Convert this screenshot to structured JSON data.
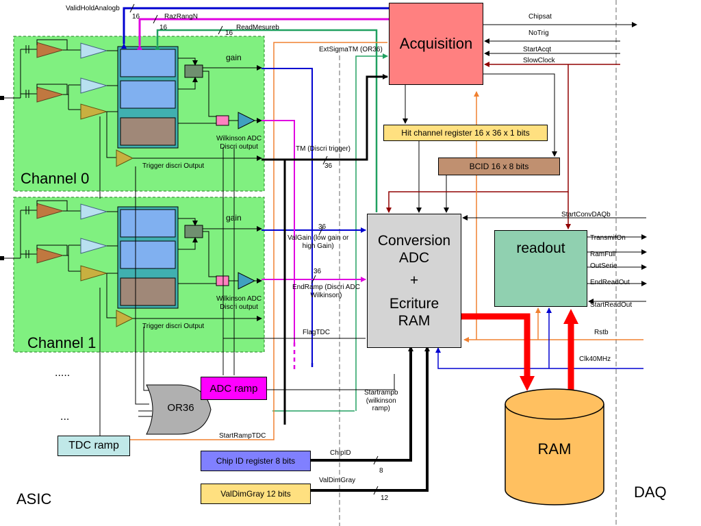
{
  "labels": {
    "asic": "ASIC",
    "daq": "DAQ",
    "channel0": "Channel 0",
    "channel1": "Channel 1",
    "dots1": ".....",
    "dots2": "...",
    "acquisition": "Acquisition",
    "conversion_l1": "Conversion",
    "conversion_l2": "ADC",
    "conversion_l3": "+",
    "conversion_l4": "Ecriture",
    "conversion_l5": "RAM",
    "readout": "readout",
    "ram": "RAM",
    "hit_register": "Hit channel register 16 x 36 x 1 bits",
    "bcid": "BCID 16 x 8 bits",
    "adc_ramp": "ADC ramp",
    "tdc_ramp": "TDC ramp",
    "or36": "OR36",
    "chip_id": "Chip ID register 8 bits",
    "valdimgray_box": "ValDimGray 12 bits"
  },
  "signals": {
    "validholdanalogb": "ValidHoldAnalogb",
    "bus16_a": "16",
    "razrangn": "RazRangN",
    "bus16_b": "16",
    "readmesureb": "ReadMesureb",
    "bus16_c": "16",
    "extsigmatm": "ExtSigmaTM (OR36)",
    "gain0": "gain",
    "gain1": "gain",
    "wilk0_l1": "Wilkinson ADC",
    "wilk0_l2": "Discri output",
    "wilk1_l1": "Wilkinson ADC",
    "wilk1_l2": "Discri output",
    "trig0": "Trigger discri Output",
    "trig1": "Trigger discri Output",
    "tm_discri": "TM (Discri trigger)",
    "bus36_a": "36",
    "bus36_b": "36",
    "valgain_l1": "ValGain (low gain or",
    "valgain_l2": "high Gain)",
    "bus36_c": "36",
    "endramp_l1": "EndRamp (Discri ADC",
    "endramp_l2": "Wilkinson)",
    "flagtdc": "FlagTDC",
    "startrampb_l1": "Startrampb",
    "startrampb_l2": "(wilkinson",
    "startrampb_l3": "ramp)",
    "startramptdc": "StartRampTDC",
    "chipid": "ChipID",
    "bus8": "8",
    "valdimgray": "ValDimGray",
    "bus12": "12",
    "chipsat": "Chipsat",
    "notrig": "NoTrig",
    "startacqt": "StartAcqt",
    "slowclock": "SlowClock",
    "startconvdaqb": "StartConvDAQb",
    "transmiton": "TransmitOn",
    "ramfull": "RamFull",
    "outserie": "OutSerie",
    "endreadout": "EndReadOut",
    "startreadout": "StartReadOut",
    "rstb": "Rstb",
    "clk40mhz": "Clk40MHz"
  },
  "colors": {
    "channel_bg": "#80f080",
    "acquisition": "#ff8080",
    "conversion": "#d4d4d4",
    "readout": "#90d0b0",
    "ram": "#ffc060",
    "hit_register": "#ffe080",
    "bcid": "#c09070",
    "adc_ramp": "#ff00ff",
    "tdc_ramp": "#c0e8e8",
    "chip_id": "#8080ff",
    "valdimgray": "#ffe080",
    "blue": "#0000d0",
    "magenta": "#e000e0",
    "green": "#20a060",
    "orange": "#f08030",
    "red": "#ff0000",
    "darkred": "#900000"
  }
}
